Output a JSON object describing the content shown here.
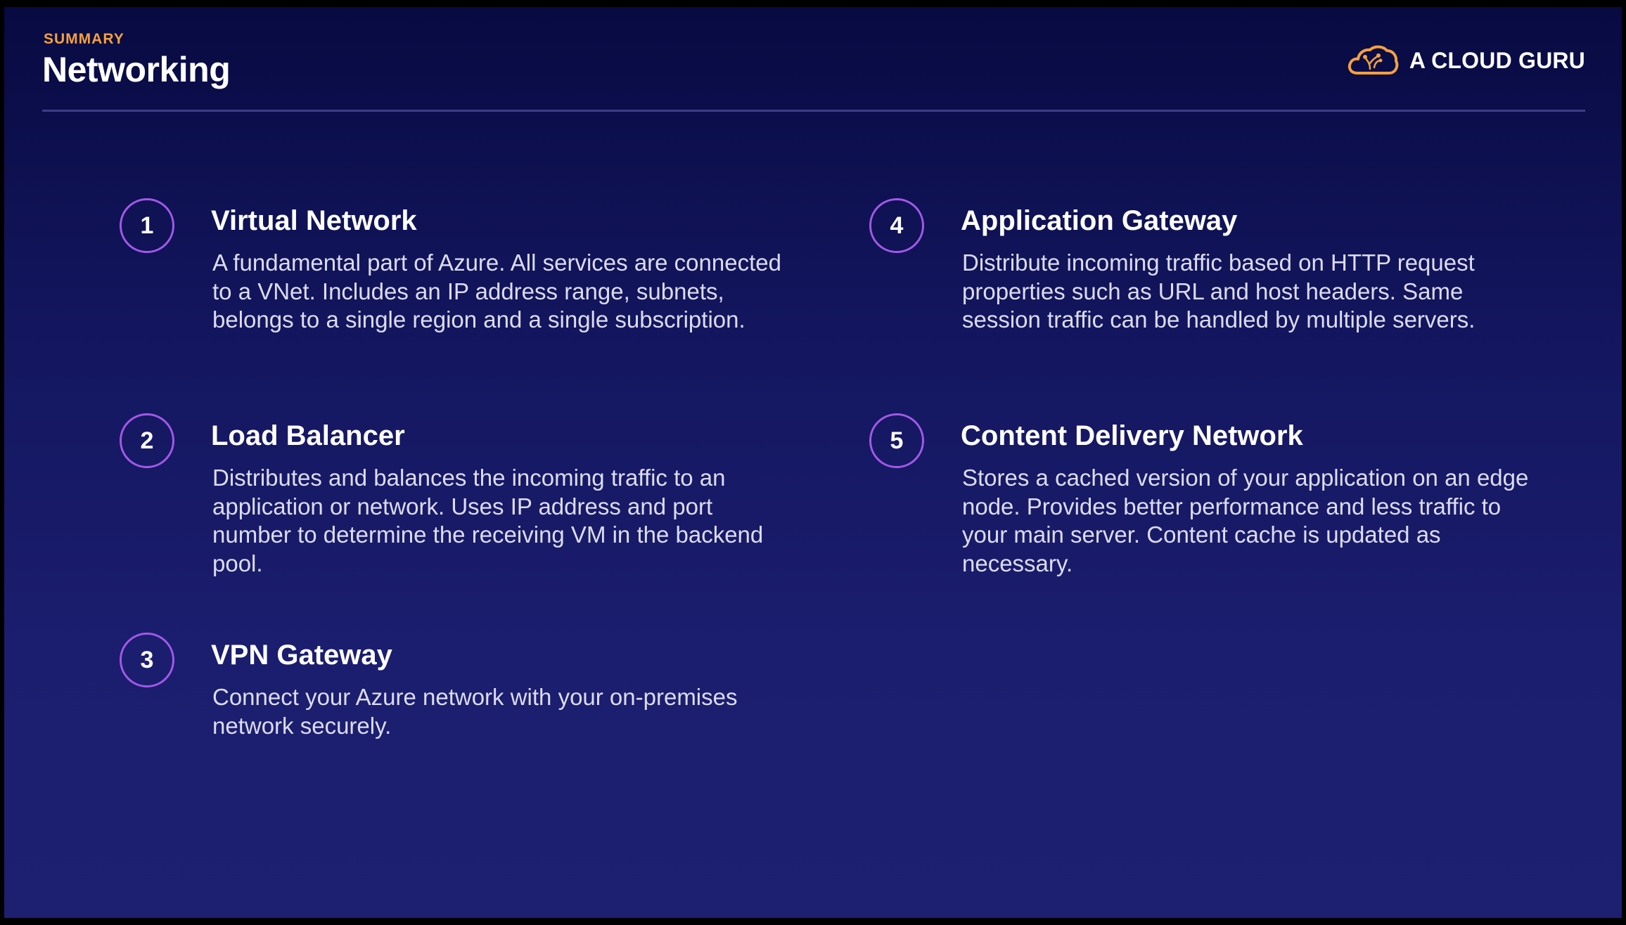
{
  "header": {
    "kicker": "SUMMARY",
    "title": "Networking",
    "logo_text": "A CLOUD GURU",
    "logo_icon": "cloud-guru-icon"
  },
  "colors": {
    "kicker": "#f5a13c",
    "circle_border": "#a259e6",
    "background": "#1b1d6e"
  },
  "items": [
    {
      "number": "1",
      "title": "Virtual Network",
      "description": "A fundamental part of Azure. All services are connected to a VNet. Includes an IP address range, subnets, belongs to a single region and a single subscription."
    },
    {
      "number": "2",
      "title": "Load Balancer",
      "description": "Distributes and balances the incoming traffic to an application or network. Uses IP address and port number to determine the receiving VM in the backend pool."
    },
    {
      "number": "3",
      "title": "VPN Gateway",
      "description": "Connect your Azure network with your on-premises network securely."
    },
    {
      "number": "4",
      "title": "Application Gateway",
      "description": "Distribute incoming traffic based on HTTP request properties such as URL and host headers. Same session traffic can be handled by multiple servers."
    },
    {
      "number": "5",
      "title": "Content Delivery Network",
      "description": "Stores a cached version of your application on an edge node. Provides better performance and less traffic to your main server. Content cache is updated as necessary."
    }
  ]
}
